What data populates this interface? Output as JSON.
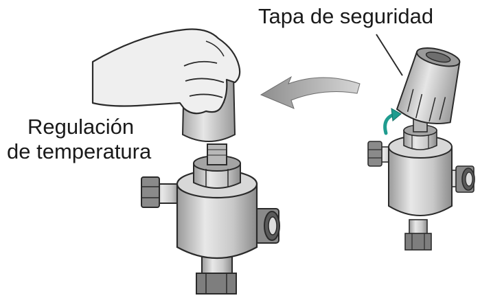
{
  "labels": {
    "safety_cap": "Tapa de seguridad",
    "temperature_line1": "Regulación",
    "temperature_line2": "de temperatura"
  },
  "colors": {
    "metal_light": "#e4e4e4",
    "metal_mid": "#c2c2c2",
    "metal_dark": "#8a8a8a",
    "outline": "#2a2a2a",
    "arrow_gray": "#9a9a9a",
    "rotation_arrow": "#1f9c8f",
    "skin": "#ececec"
  },
  "icons": [
    "hand",
    "safety-cap",
    "temperature-knob",
    "mixing-valve",
    "rotation-arrow",
    "curved-arrow"
  ]
}
